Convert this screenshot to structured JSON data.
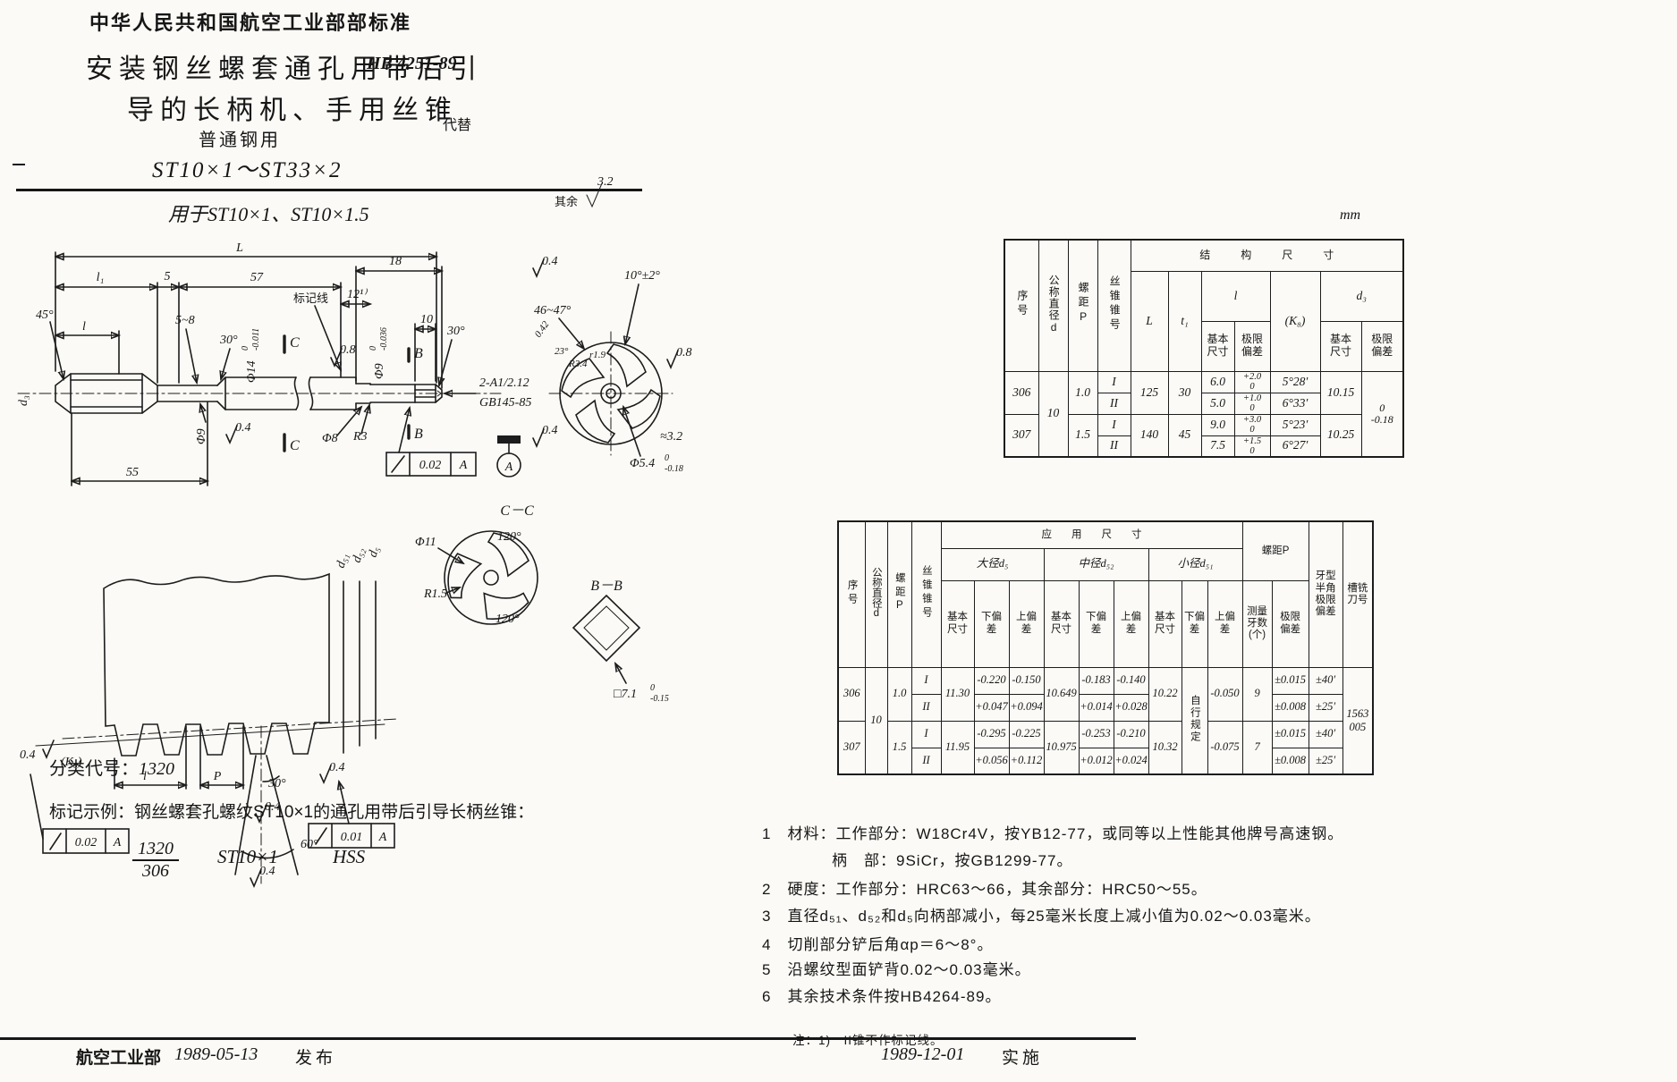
{
  "head": {
    "std": "中华人民共和国航空工业部部标准",
    "t1": "安装钢丝螺套通孔用带后引",
    "t2": "导的长柄机、手用丝锥",
    "sub": "普通钢用",
    "range": "ST10×1～ST33×2",
    "apply": "用于ST10×1、ST10×1.5",
    "code": "HB 4251-89",
    "repl": "代替",
    "unit": "mm"
  },
  "t1": {
    "h": {
      "xh": "序号",
      "gcd": "公称直径d",
      "lj": "螺距P",
      "szh": "丝锥锥号",
      "jg": "结构尺寸",
      "L": "L",
      "t1": "t₁",
      "l": "l",
      "jb": "基本尺寸",
      "jx": "极限偏差",
      "k8": "(K₈)",
      "d3": "d₃"
    },
    "d": "10",
    "d3u": "0",
    "d3d": "-0.18",
    "r306": {
      "no": "306",
      "p": "1.0",
      "c1": "I",
      "c2": "II",
      "L": "125",
      "t1": "30",
      "l1": "6.0",
      "l1u": "+2.0",
      "l1d": "0",
      "k1": "5°28′",
      "l2": "5.0",
      "l2u": "+1.0",
      "l2d": "0",
      "k2": "6°33′",
      "d3": "10.15"
    },
    "r307": {
      "no": "307",
      "p": "1.5",
      "c1": "I",
      "c2": "II",
      "L": "140",
      "t1": "45",
      "l1": "9.0",
      "l1u": "+3.0",
      "l1d": "0",
      "k1": "5°23′",
      "l2": "7.5",
      "l2u": "+1.5",
      "l2d": "0",
      "k2": "6°27′",
      "d3": "10.25"
    }
  },
  "t2": {
    "h": {
      "xh": "序号",
      "gcd": "公称直径d",
      "lj": "螺距P",
      "szh": "丝锥锥号",
      "yy": "应用尺寸",
      "dj": "大径d₅",
      "zj": "中径d₅₂",
      "xj": "小径d₅₁",
      "jb": "基本尺寸",
      "xp": "下偏差",
      "sp": "上偏差",
      "ljp": "螺距P",
      "cl": "测量牙数(个)",
      "jx": "极限偏差",
      "yx": "牙型半角极限偏差",
      "cx": "槽铣刀号"
    },
    "d": "10",
    "zx": "自行规定",
    "cut1": "1563",
    "cut2": "005",
    "r306": {
      "no": "306",
      "p": "1.0",
      "c1": "I",
      "c2": "II",
      "ds": "11.30",
      "ds2": "10.649",
      "ds1": "10.22",
      "su": "-0.050",
      "tc": "9",
      "i": {
        "dsd": "-0.220",
        "dsu": "-0.150",
        "d2d": "-0.183",
        "d2u": "-0.140",
        "pd": "±0.015",
        "an": "±40′"
      },
      "ii": {
        "dsd": "+0.047",
        "dsu": "+0.094",
        "d2d": "+0.014",
        "d2u": "+0.028",
        "pd": "±0.008",
        "an": "±25′"
      }
    },
    "r307": {
      "no": "307",
      "p": "1.5",
      "c1": "I",
      "c2": "II",
      "ds": "11.95",
      "ds2": "10.975",
      "ds1": "10.32",
      "su": "-0.075",
      "tc": "7",
      "i": {
        "dsd": "-0.295",
        "dsu": "-0.225",
        "d2d": "-0.253",
        "d2u": "-0.210",
        "pd": "±0.015",
        "an": "±40′"
      },
      "ii": {
        "dsd": "+0.056",
        "dsu": "+0.112",
        "d2d": "+0.012",
        "d2u": "+0.024",
        "pd": "±0.008",
        "an": "±25′"
      }
    }
  },
  "notes": {
    "n1": "1　材料：工作部分：W18Cr4V，按YB12-77，或同等以上性能其他牌号高速钢。",
    "n1b": "柄　部：9SiCr，按GB1299-77。",
    "n2": "2　硬度：工作部分：HRC63～66，其余部分：HRC50～55。",
    "n3": "3　直径d₅₁、d₅₂和d₅向柄部减小，每25毫米长度上减小值为0.02～0.03毫米。",
    "n4": "4　切削部分铲后角αp＝6～8°。",
    "n5": "5　沿螺纹型面铲背0.02～0.03毫米。",
    "n6": "6　其余技术条件按HB4264-89。",
    "fn": "注：1)　II锥不作标记线。"
  },
  "bottom": {
    "cls": "分类代号：",
    "clsv": "1320",
    "ex": "标记示例：钢丝螺套孔螺纹ST10×1的通孔用带后引导长柄丝锥：",
    "fr1": "1320",
    "fr2": "306",
    "spec": "ST10×1",
    "mat": "HSS"
  },
  "footer": {
    "org": "航空工业部",
    "d1": "1989-05-13",
    "pub": "发布",
    "d2": "1989-12-01",
    "impl": "实施"
  },
  "dwg": {
    "other": "其余",
    "ra32": "3.2",
    "L": "L",
    "l1": "l₁",
    "n5": "5",
    "n57": "57",
    "n18": "18",
    "mark": "标记线",
    "n12": "12¹⁾",
    "n10": "10",
    "a30tip": "30°",
    "a30neck": "30°",
    "a45": "45°",
    "r58": "5~8",
    "l": "l",
    "d3": "d₃",
    "dia9neck": "Φ9",
    "dia14": "Φ14",
    "dia14u": "0",
    "dia14d": "-0.011",
    "dia9r": "Φ9",
    "dia9ru": "0",
    "dia9rd": "-0.036",
    "r08": "0.8",
    "r04neck": "0.4",
    "dia8": "Φ8",
    "R3": "R3",
    "Ctop": "C",
    "Cbot": "C",
    "Btop": "B",
    "Bbot": "B",
    "ch1": "2-A1/2.12",
    "ch2": "GB145-85",
    "fpar": "0.02",
    "fparA": "A",
    "datumA": "A",
    "n55": "55",
    "r04tip": "0.4",
    "ev04": "0.4",
    "ev4647": "46~47°",
    "ev042": "0.42",
    "ev23": "23°",
    "evR34": "R3.4",
    "evr19": "r1.9",
    "ev10": "10°±2°",
    "ev08": "0.8",
    "ev32": "≈3.2",
    "evd": "Φ5.4",
    "evdu": "0",
    "evdd": "-0.18",
    "cc": "C－C",
    "dia11": "Φ11",
    "a120t": "120°",
    "R15": "R1.5",
    "a120b": "120°",
    "ds1": "d₅₁",
    "ds2": "d₅₂",
    "ds": "d₅",
    "k8": "(K₈)",
    "p04l": "0.4",
    "tl": "l",
    "tP": "P",
    "t30": "30°",
    "t04m": "0.4",
    "t60": "60°",
    "t04b": "0.4",
    "t04r": "0.4",
    "f002": "0.02",
    "f002A": "A",
    "f001": "0.01",
    "f001A": "A",
    "bb": "B－B",
    "sq": "□7.1",
    "squ": "0",
    "sqd": "-0.15"
  }
}
